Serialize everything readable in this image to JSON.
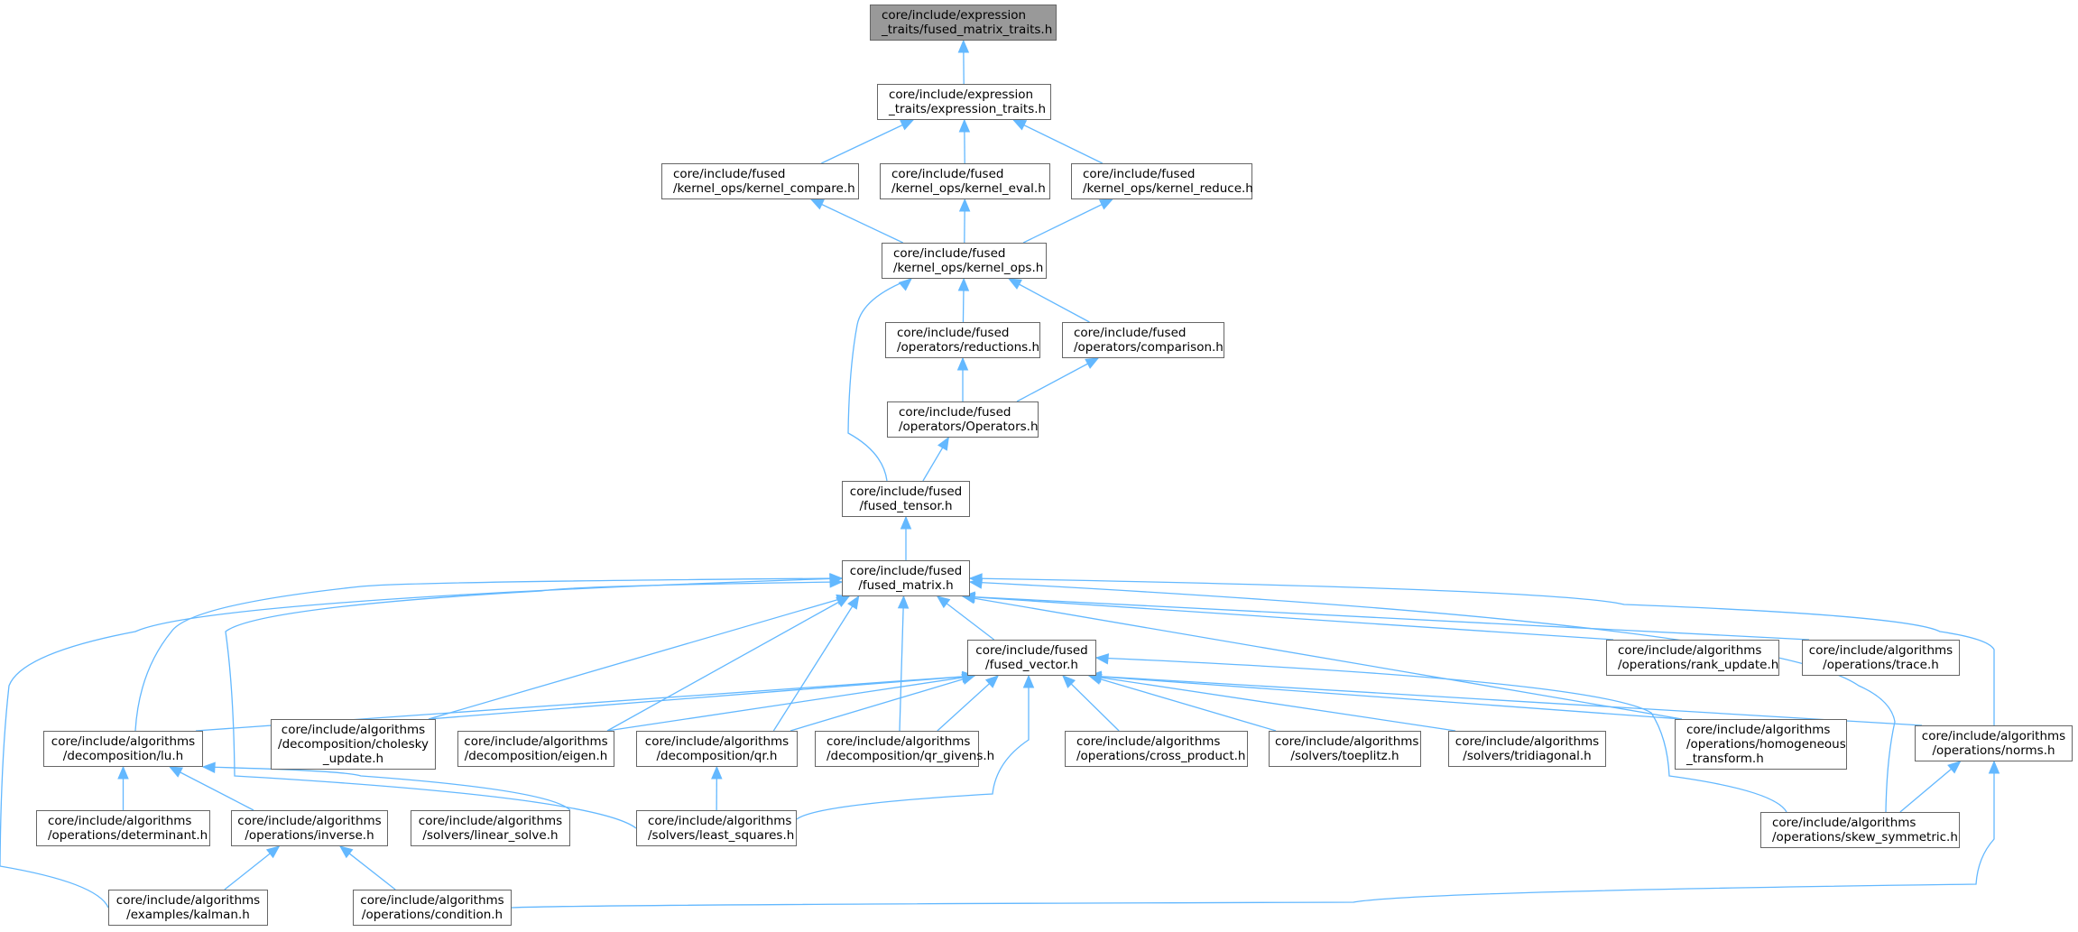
{
  "graph": {
    "kind": "include-dependency-graph",
    "edge_color": "#63b8ff",
    "root_fill": "#999999",
    "node_border": "#666666",
    "nodes": [
      {
        "id": "fused_matrix_traits",
        "lines": [
          "core/include/expression",
          "_traits/fused_matrix_traits.h"
        ],
        "root": true
      },
      {
        "id": "expression_traits",
        "lines": [
          "core/include/expression",
          "_traits/expression_traits.h"
        ]
      },
      {
        "id": "kernel_compare",
        "lines": [
          "core/include/fused",
          "/kernel_ops/kernel_compare.h"
        ]
      },
      {
        "id": "kernel_eval",
        "lines": [
          "core/include/fused",
          "/kernel_ops/kernel_eval.h"
        ]
      },
      {
        "id": "kernel_reduce",
        "lines": [
          "core/include/fused",
          "/kernel_ops/kernel_reduce.h"
        ]
      },
      {
        "id": "kernel_ops",
        "lines": [
          "core/include/fused",
          "/kernel_ops/kernel_ops.h"
        ]
      },
      {
        "id": "reductions",
        "lines": [
          "core/include/fused",
          "/operators/reductions.h"
        ]
      },
      {
        "id": "comparison",
        "lines": [
          "core/include/fused",
          "/operators/comparison.h"
        ]
      },
      {
        "id": "operators",
        "lines": [
          "core/include/fused",
          "/operators/Operators.h"
        ]
      },
      {
        "id": "fused_tensor",
        "lines": [
          "core/include/fused",
          "/fused_tensor.h"
        ]
      },
      {
        "id": "fused_matrix",
        "lines": [
          "core/include/fused",
          "/fused_matrix.h"
        ]
      },
      {
        "id": "fused_vector",
        "lines": [
          "core/include/fused",
          "/fused_vector.h"
        ]
      },
      {
        "id": "rank_update",
        "lines": [
          "core/include/algorithms",
          "/operations/rank_update.h"
        ]
      },
      {
        "id": "trace",
        "lines": [
          "core/include/algorithms",
          "/operations/trace.h"
        ]
      },
      {
        "id": "lu",
        "lines": [
          "core/include/algorithms",
          "/decomposition/lu.h"
        ]
      },
      {
        "id": "cholesky_update",
        "lines": [
          "core/include/algorithms",
          "/decomposition/cholesky",
          "_update.h"
        ]
      },
      {
        "id": "eigen",
        "lines": [
          "core/include/algorithms",
          "/decomposition/eigen.h"
        ]
      },
      {
        "id": "qr",
        "lines": [
          "core/include/algorithms",
          "/decomposition/qr.h"
        ]
      },
      {
        "id": "qr_givens",
        "lines": [
          "core/include/algorithms",
          "/decomposition/qr_givens.h"
        ]
      },
      {
        "id": "cross_product",
        "lines": [
          "core/include/algorithms",
          "/operations/cross_product.h"
        ]
      },
      {
        "id": "toeplitz",
        "lines": [
          "core/include/algorithms",
          "/solvers/toeplitz.h"
        ]
      },
      {
        "id": "tridiagonal",
        "lines": [
          "core/include/algorithms",
          "/solvers/tridiagonal.h"
        ]
      },
      {
        "id": "homogeneous_transform",
        "lines": [
          "core/include/algorithms",
          "/operations/homogeneous",
          "_transform.h"
        ]
      },
      {
        "id": "norms",
        "lines": [
          "core/include/algorithms",
          "/operations/norms.h"
        ]
      },
      {
        "id": "determinant",
        "lines": [
          "core/include/algorithms",
          "/operations/determinant.h"
        ]
      },
      {
        "id": "inverse",
        "lines": [
          "core/include/algorithms",
          "/operations/inverse.h"
        ]
      },
      {
        "id": "linear_solve",
        "lines": [
          "core/include/algorithms",
          "/solvers/linear_solve.h"
        ]
      },
      {
        "id": "least_squares",
        "lines": [
          "core/include/algorithms",
          "/solvers/least_squares.h"
        ]
      },
      {
        "id": "skew_symmetric",
        "lines": [
          "core/include/algorithms",
          "/operations/skew_symmetric.h"
        ]
      },
      {
        "id": "kalman",
        "lines": [
          "core/include/algorithms",
          "/examples/kalman.h"
        ]
      },
      {
        "id": "condition",
        "lines": [
          "core/include/algorithms",
          "/operations/condition.h"
        ]
      }
    ],
    "edges": [
      {
        "from": "expression_traits",
        "to": "fused_matrix_traits"
      },
      {
        "from": "kernel_compare",
        "to": "expression_traits"
      },
      {
        "from": "kernel_eval",
        "to": "expression_traits"
      },
      {
        "from": "kernel_reduce",
        "to": "expression_traits"
      },
      {
        "from": "kernel_ops",
        "to": "kernel_compare"
      },
      {
        "from": "kernel_ops",
        "to": "kernel_eval"
      },
      {
        "from": "kernel_ops",
        "to": "kernel_reduce"
      },
      {
        "from": "reductions",
        "to": "kernel_ops"
      },
      {
        "from": "comparison",
        "to": "kernel_ops"
      },
      {
        "from": "fused_tensor",
        "to": "kernel_ops"
      },
      {
        "from": "operators",
        "to": "reductions"
      },
      {
        "from": "operators",
        "to": "comparison"
      },
      {
        "from": "fused_tensor",
        "to": "operators"
      },
      {
        "from": "fused_matrix",
        "to": "fused_tensor"
      },
      {
        "from": "fused_vector",
        "to": "fused_matrix"
      },
      {
        "from": "rank_update",
        "to": "fused_matrix"
      },
      {
        "from": "trace",
        "to": "fused_matrix"
      },
      {
        "from": "norms",
        "to": "fused_matrix"
      },
      {
        "from": "lu",
        "to": "fused_matrix"
      },
      {
        "from": "cholesky_update",
        "to": "fused_matrix"
      },
      {
        "from": "eigen",
        "to": "fused_matrix"
      },
      {
        "from": "qr",
        "to": "fused_matrix"
      },
      {
        "from": "qr_givens",
        "to": "fused_matrix"
      },
      {
        "from": "homogeneous_transform",
        "to": "fused_matrix"
      },
      {
        "from": "skew_symmetric",
        "to": "fused_matrix"
      },
      {
        "from": "least_squares",
        "to": "fused_matrix"
      },
      {
        "from": "kalman",
        "to": "fused_matrix"
      },
      {
        "from": "lu",
        "to": "fused_vector"
      },
      {
        "from": "cholesky_update",
        "to": "fused_vector"
      },
      {
        "from": "eigen",
        "to": "fused_vector"
      },
      {
        "from": "qr",
        "to": "fused_vector"
      },
      {
        "from": "qr_givens",
        "to": "fused_vector"
      },
      {
        "from": "cross_product",
        "to": "fused_vector"
      },
      {
        "from": "toeplitz",
        "to": "fused_vector"
      },
      {
        "from": "tridiagonal",
        "to": "fused_vector"
      },
      {
        "from": "homogeneous_transform",
        "to": "fused_vector"
      },
      {
        "from": "norms",
        "to": "fused_vector"
      },
      {
        "from": "skew_symmetric",
        "to": "fused_vector"
      },
      {
        "from": "least_squares",
        "to": "fused_vector"
      },
      {
        "from": "determinant",
        "to": "lu"
      },
      {
        "from": "inverse",
        "to": "lu"
      },
      {
        "from": "linear_solve",
        "to": "lu"
      },
      {
        "from": "least_squares",
        "to": "qr"
      },
      {
        "from": "skew_symmetric",
        "to": "norms"
      },
      {
        "from": "condition",
        "to": "norms"
      },
      {
        "from": "kalman",
        "to": "inverse"
      },
      {
        "from": "condition",
        "to": "inverse"
      }
    ]
  }
}
